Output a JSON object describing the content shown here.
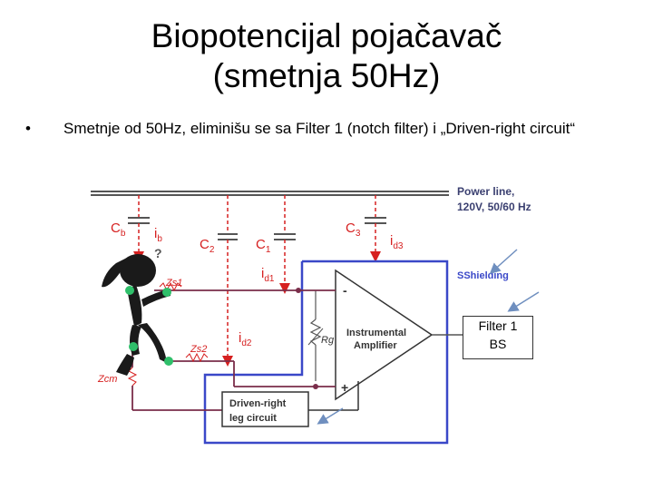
{
  "slide": {
    "title_line1": "Biopotencijal pojačavač",
    "title_line2": "(smetnja 50Hz)",
    "bullet_symbol": "•",
    "bullet_text": "Smetnje od 50Hz, eliminišu se sa Filter 1 (notch filter) i „Driven-right circuit“"
  },
  "diagram": {
    "power_line_label_1": "Power line,",
    "power_line_label_2": "120V, 50/60 Hz",
    "cb": "C",
    "cb_sub": "b",
    "ib": "i",
    "ib_sub": "b",
    "c2": "C",
    "c2_sub": "2",
    "c1": "C",
    "c1_sub": "1",
    "c3": "C",
    "c3_sub": "3",
    "id3": "i",
    "id3_sub": "d3",
    "id1": "i",
    "id1_sub": "d1",
    "id2": "i",
    "id2_sub": "d2",
    "zs1": "Zs1",
    "zs2": "Zs2",
    "zcm": "Zcm",
    "rg": "Rg",
    "shielding": "SShielding",
    "amp_label_1": "Instrumental",
    "amp_label_2": "Amplifier",
    "minus": "-",
    "plus": "+",
    "drl_label_1": "Driven-right",
    "drl_label_2": "leg circuit",
    "question": "?",
    "colors": {
      "wire_dark": "#555555",
      "wire_purple": "#7a2d4a",
      "wire_red": "#d62020",
      "shield_blue": "#3a48c8",
      "electrode_green": "#2fbf6a",
      "label_red": "#d62020",
      "label_blue": "#3a48c8",
      "arrow_blue": "#6f8fbf"
    }
  },
  "callout": {
    "line1": "Filter 1",
    "line2": "BS"
  }
}
